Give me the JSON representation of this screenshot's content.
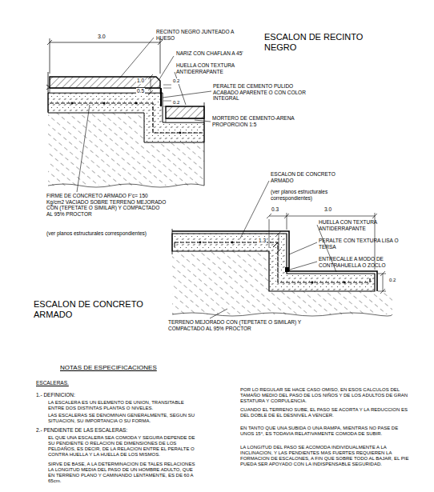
{
  "diagram": {
    "labels": [
      "3.0",
      "RECINTO NEGRO JUNTEADO A HUESO",
      "ESCALON DE RECINTO NEGRO",
      "NARIZ CON CHAFLAN A 45'",
      "HUELLA CON TEXTURA ANTIDERRAPANTE",
      "1.0",
      "0.2",
      "0.5",
      "PERALTE DE CEMENTO PULIDO ACABADO APARENTE O CON COLOR INTEGRAL",
      "0.2",
      "MORTERO DE CEMENTO-ARENA PROPORCION 1:5",
      "FIRME DE CONCRETO ARMADO F'c= 150 Kg/cm2 VACIADO SOBRE TERRENO MEJORADO CON (TEPETATE O SIMILAR) Y COMPACTADO AL 95% PROCTOR",
      "(ver planos estructurales correspondientes)",
      "ESCALON DE CONCRETO ARMADO",
      "(ver planos estructurales correspondientes)",
      "0.3",
      "3.0",
      "HUELLA CON TEXTURA ANTIDERRAPANTE",
      "1.3",
      "PERALTE CON TEXTURA LISA O TERSA",
      "ENTRECALLE A MODO DE CONTRAHUELLA O ZOCLO",
      "0.2",
      "ESCALON DE CONCRETO ARMADO",
      "TERRENO MEJORADO CON (TEPETATE O SIMILAR) Y COMPACTADO AL 95% PROCTOR",
      "NOTAS DE ESPECIFICACIONES",
      "ESCALERAS.",
      "1.- DEFINICION:",
      "LA ESCALERA ES UN ELEMENTO DE UNION, TRANSITABLE ENTRE DOS DISTINTAS PLANTAS O NIVELES.",
      "LAS ESCALERAS SE DENOMINAN GENERALMENTE, SEGUN SU SITUACION, SU IMPORTANCIA O SU FORMA.",
      "2.- PENDIENTE DE LAS ESCALERAS:",
      "EL QUE UNA ESCALERA SEA COMODA Y SEGURA DEPENDE DE SU PENDIENTE O RELACION DE DIMENSIONES DE LOS PELDAÑOS, ES DECIR, DE LA RELACION ENTRE EL PERALTE O CONTRA HUELLA Y LA HUELLA DE LOS MISMOS.",
      "SIRVE DE BASE, A LA DETERMINACION DE TALES RELACIONES LA LONGITUD MEDIA DEL PASO DE UN HOMBRE ADULTO, QUE EN TERRENO PLANO Y CAMINANDO LENTAMENTE, ES DE 60 A 65cm.",
      "POR LO REGULAR SE HACE CASO OMISO, EN ESOS CALCULOS DEL TAMAÑO MEDIO DEL PASO DE LOS NIÑOS Y DE LOS ADULTOS DE GRAN ESTATURA Y CORPULENCIA.",
      "CUANDO EL TERRENO SUBE, EL PASO SE ACORTA Y LA REDUCCION ES DEL DOBLE DE EL DESNIVEL A VENCER.",
      "EN TANTO QUE UNA SUBIDA O UNA RAMPA, MIENTRAS NO PASE DE UNOS 15°, ES TODAVIA RELATIVAMENTE COMODA DE SUBIR.",
      "LA LONGITUD DEL PASO SE ACOMODA INDIVIDUALMENTE A LA INCLINACION, Y LAS PENDIENTES MAS FUERTES REQUIEREN LA FORMACION DE ESCALONES, A FIN QUE SOBRE TODO AL BAJAR, EL PIE PUEDA SER APOYADO CON LA INDISPENSABLE SEGURIDAD."
    ]
  }
}
